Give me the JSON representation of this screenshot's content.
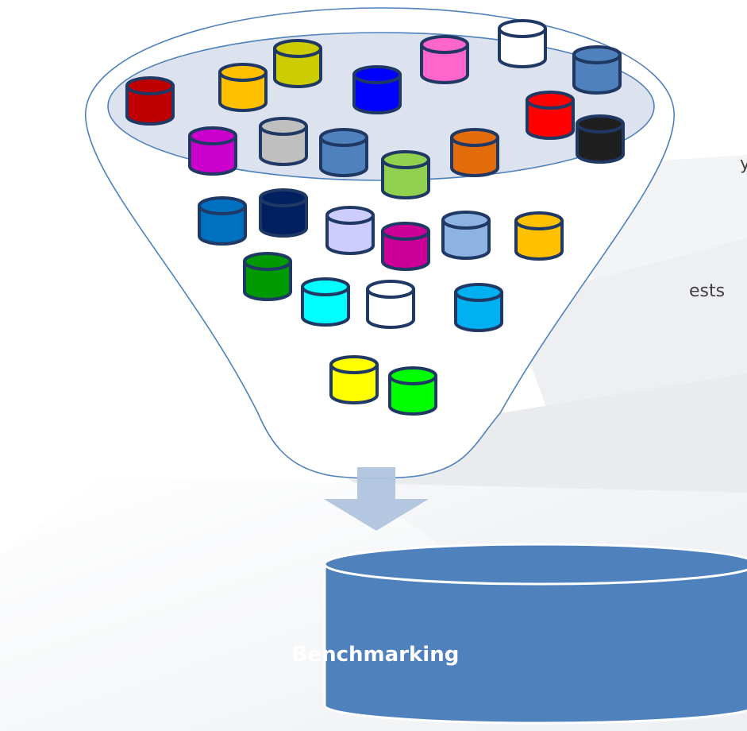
{
  "diagram": {
    "funnel": {
      "cylinders": [
        {
          "color": "#c00000"
        },
        {
          "color": "#ffc000"
        },
        {
          "color": "#cccc00"
        },
        {
          "color": "#0000ff"
        },
        {
          "color": "#ff66cc"
        },
        {
          "color": "#ffffff"
        },
        {
          "color": "#4f81bd"
        },
        {
          "color": "#ff0000"
        },
        {
          "color": "#1f1f1f"
        },
        {
          "color": "#cc00cc"
        },
        {
          "color": "#bfbfbf"
        },
        {
          "color": "#4f81bd"
        },
        {
          "color": "#92d050"
        },
        {
          "color": "#e36c0a"
        },
        {
          "color": "#0070c0"
        },
        {
          "color": "#002060"
        },
        {
          "color": "#ccccff"
        },
        {
          "color": "#cc0099"
        },
        {
          "color": "#8db3e2"
        },
        {
          "color": "#ffc000"
        },
        {
          "color": "#009900"
        },
        {
          "color": "#00ffff"
        },
        {
          "color": "#ffffff"
        },
        {
          "color": "#00b0f0"
        },
        {
          "color": "#ffff00"
        },
        {
          "color": "#00ff00"
        }
      ]
    },
    "benchmark_label": "Benchmarking",
    "side_text": {
      "fragment_1": "y",
      "fragment_2": "ests"
    }
  },
  "colors": {
    "outline": "#4f81bd",
    "funnel_fill": "#ffffff",
    "disk_fill": "#dde3ee",
    "arrow": "#b0c4de",
    "benchmark_fill": "#4f81bd",
    "benchmark_text": "#ffffff"
  }
}
